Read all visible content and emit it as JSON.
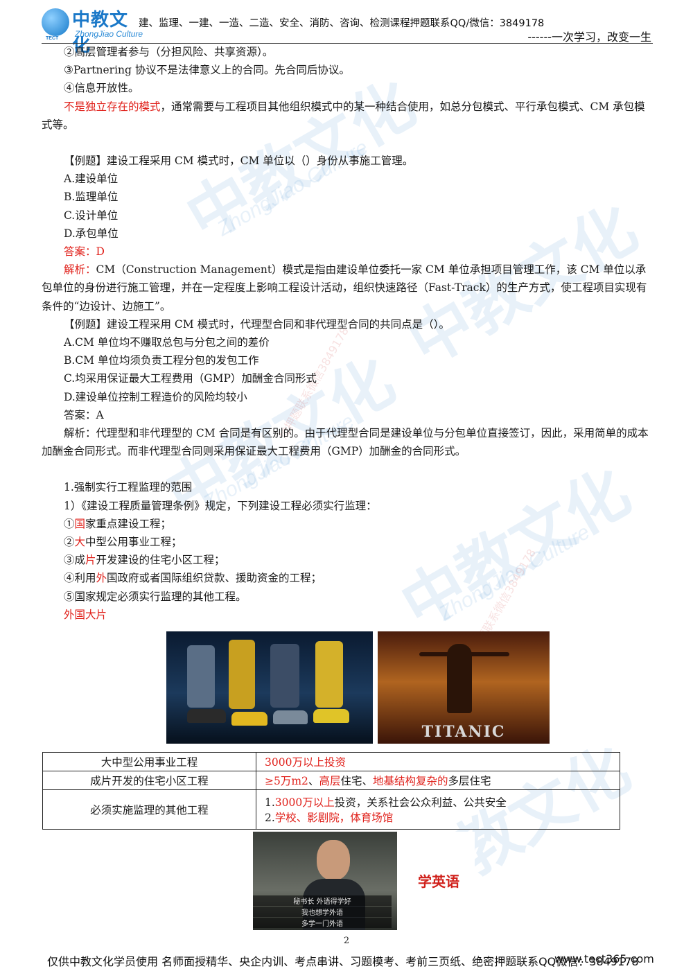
{
  "header": {
    "logo_title": "中教文化",
    "logo_sub": "ZhongJiao Culture",
    "logo_tect": "TECT",
    "line1": "建、监理、一建、一造、二造、安全、消防、咨询、检测课程押题联系QQ/微信：3849178",
    "line2": "------一次学习，改变一生"
  },
  "watermark": {
    "brand": "中教文化",
    "sub": "ZhongJiao Culture",
    "contact": "加押题联系微信3849178"
  },
  "content": {
    "item2": "②高层管理者参与（分担风险、共享资源）。",
    "item3": "③Partnering 协议不是法律意义上的合同。先合同后协议。",
    "item4": "④信息开放性。",
    "note_red": "不是独立存在的模式",
    "note_rest": "，通常需要与工程项目其他组织模式中的某一种结合使用，如总分包模式、平行承包模式、CM 承包模式等。",
    "q1": "【例题】建设工程采用 CM 模式时，CM 单位以（）身份从事施工管理。",
    "q1_a": "A.建设单位",
    "q1_b": "B.监理单位",
    "q1_c": "C.设计单位",
    "q1_d": "D.承包单位",
    "q1_answer": "答案：D",
    "q1_expl_label": "解析：",
    "q1_expl": "CM（Construction Management）模式是指由建设单位委托一家 CM 单位承担项目管理工作，该 CM 单位以承包单位的身份进行施工管理，并在一定程度上影响工程设计活动，组织快速路径（Fast-Track）的生产方式，使工程项目实现有条件的“边设计、边施工”。",
    "q2": "【例题】建设工程采用 CM 模式时，代理型合同和非代理型合同的共同点是（）。",
    "q2_a": "A.CM 单位均不赚取总包与分包之间的差价",
    "q2_b": "B.CM 单位均须负责工程分包的发包工作",
    "q2_c": "C.均采用保证最大工程费用（GMP）加酬金合同形式",
    "q2_d": "D.建设单位控制工程造价的风险均较小",
    "q2_answer": "答案：A",
    "q2_expl": "解析：代理型和非代理型的 CM 合同是有区别的。由于代理型合同是建设单位与分包单位直接签订，因此，采用简单的成本加酬金合同形式。而非代理型合同则采用保证最大工程费用（GMP）加酬金的合同形式。",
    "sec_title": "1.强制实行工程监理的范围",
    "sec_sub": "1）《建设工程质量管理条例》规定，下列建设工程必须实行监理：",
    "s1_pre": "①",
    "s1_red": "国",
    "s1_rest": "家重点建设工程；",
    "s2_pre": "②",
    "s2_red": "大",
    "s2_rest": "中型公用事业工程；",
    "s3_pre": "③成",
    "s3_red": "片",
    "s3_rest": "开发建设的住宅小区工程；",
    "s4_pre": "④利用",
    "s4_red": "外",
    "s4_rest": "国政府或者国际组织贷款、援助资金的工程；",
    "s5": "⑤国家规定必须实行监理的其他工程。",
    "mnemonic": "外国大片"
  },
  "images": {
    "titanic_text": "TITANIC"
  },
  "table": {
    "r1_left": "大中型公用事业工程",
    "r1_right": "3000万以上投资",
    "r2_left": "成片开发的住宅小区工程",
    "r2_a": "≥5万m2",
    "r2_sep1": "、",
    "r2_b": "高层",
    "r2_mid": "住宅、",
    "r2_c": "地基结构复杂的",
    "r2_end": "多层住宅",
    "r3_left": "必须实施监理的其他工程",
    "r3_l1_pre": "1.",
    "r3_l1_red": "3000万以上",
    "r3_l1_rest": "投资，关系社会公众利益、公共安全",
    "r3_l2_pre": "2.",
    "r3_l2_red": "学校、影剧院，体育场馆"
  },
  "video": {
    "label": "学英语",
    "sub1": "秘书长 外语得学好",
    "sub2": "我也想学外语",
    "sub3": "多学一门外语"
  },
  "footer": {
    "page": "2",
    "text": "仅供中教文化学员使用        名师面授精华、央企内训、考点串讲、习题模考、考前三页纸、绝密押题联系QQ微信：3849178",
    "site": "www.tect365.com"
  },
  "colors": {
    "accent_red": "#e0201a",
    "brand_blue": "#1a78c8"
  }
}
